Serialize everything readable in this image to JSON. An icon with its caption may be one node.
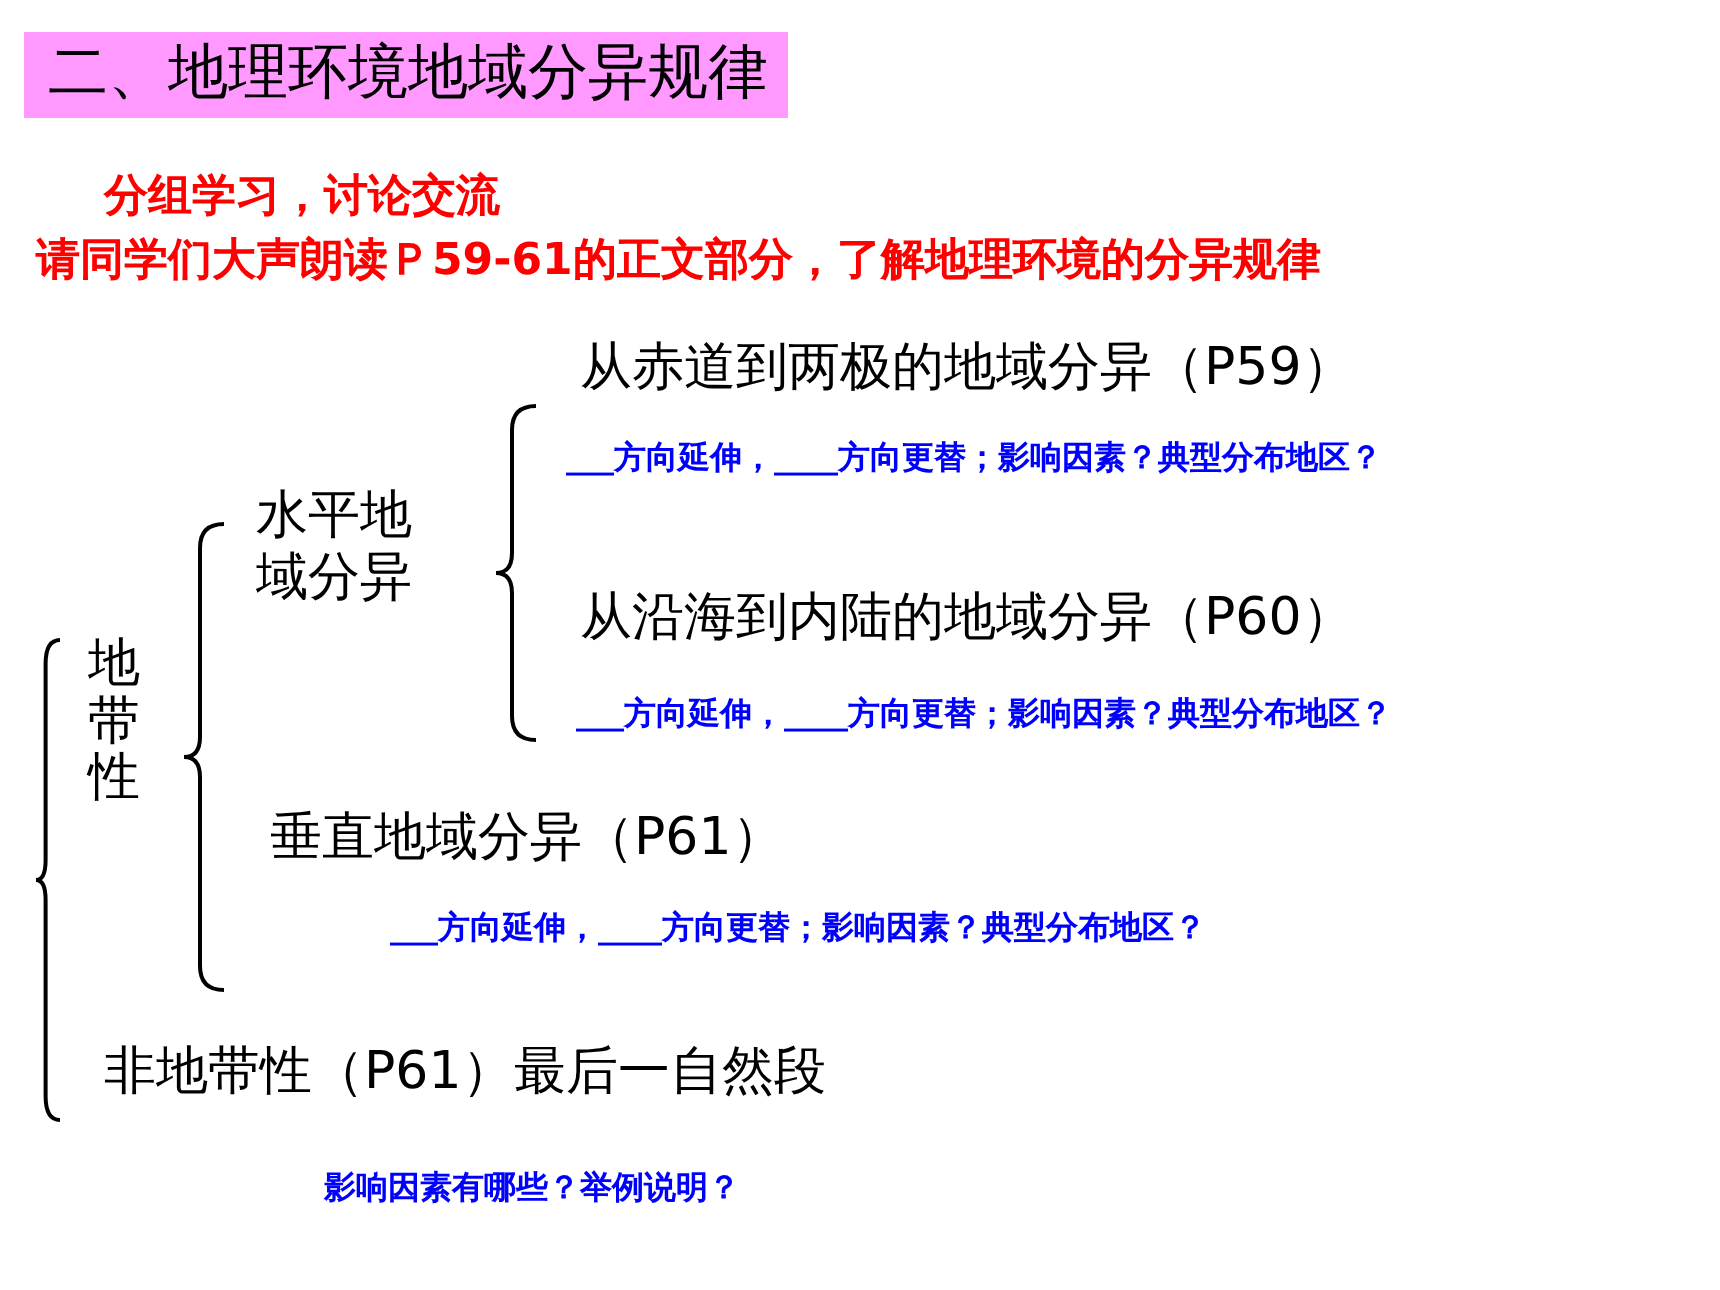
{
  "diagram": {
    "title": "二、地理环境地域分异规律",
    "labels": [
      "分组学习，讨论交流",
      "请同学们大声朗读Ｐ59-61的正文部分，了解地理环境的分异规律",
      "从赤道到两极的地域分异（P59）",
      "___方向延伸，____方向更替；影响因素？典型分布地区？",
      "水平地域分异",
      "从沿海到内陆的地域分异（P60）",
      "___方向延伸，____方向更替；影响因素？典型分布地区？",
      "地带性",
      "垂直地域分异（P61）",
      "___方向延伸，____方向更替；影响因素？典型分布地区？",
      "非地带性（P61）最后一自然段",
      "影响因素有哪些？举例说明？"
    ]
  }
}
